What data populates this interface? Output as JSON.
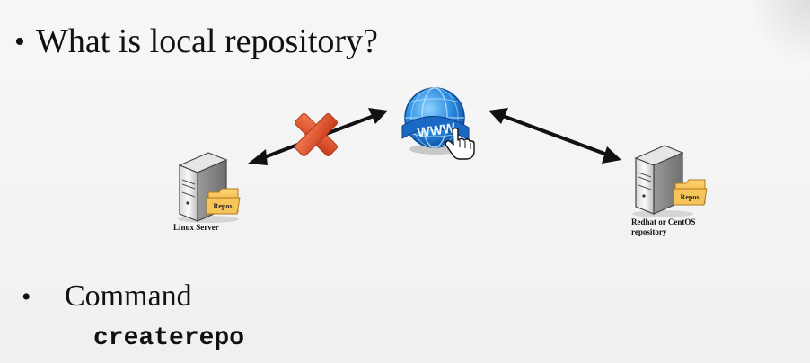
{
  "slide": {
    "title": "What is local repository?",
    "bullet_glyph": "•",
    "command_label": "Command",
    "command": "createrepo"
  },
  "diagram": {
    "linux_server_label": "Linux Server",
    "remote_repo_label": "Redhat or CentOS repository",
    "folder_label": "Repos",
    "globe_label": "WWW",
    "left_link_status": "blocked",
    "right_link_status": "connected"
  },
  "colors": {
    "background": "#f3f3f3",
    "cross": "#e2532e",
    "globe": "#1f7fd0",
    "folder": "#f2b646",
    "arrow": "#111111"
  },
  "icons": [
    "server-icon",
    "folder-icon",
    "globe-icon",
    "hand-cursor-icon",
    "cross-icon",
    "double-arrow-icon"
  ]
}
